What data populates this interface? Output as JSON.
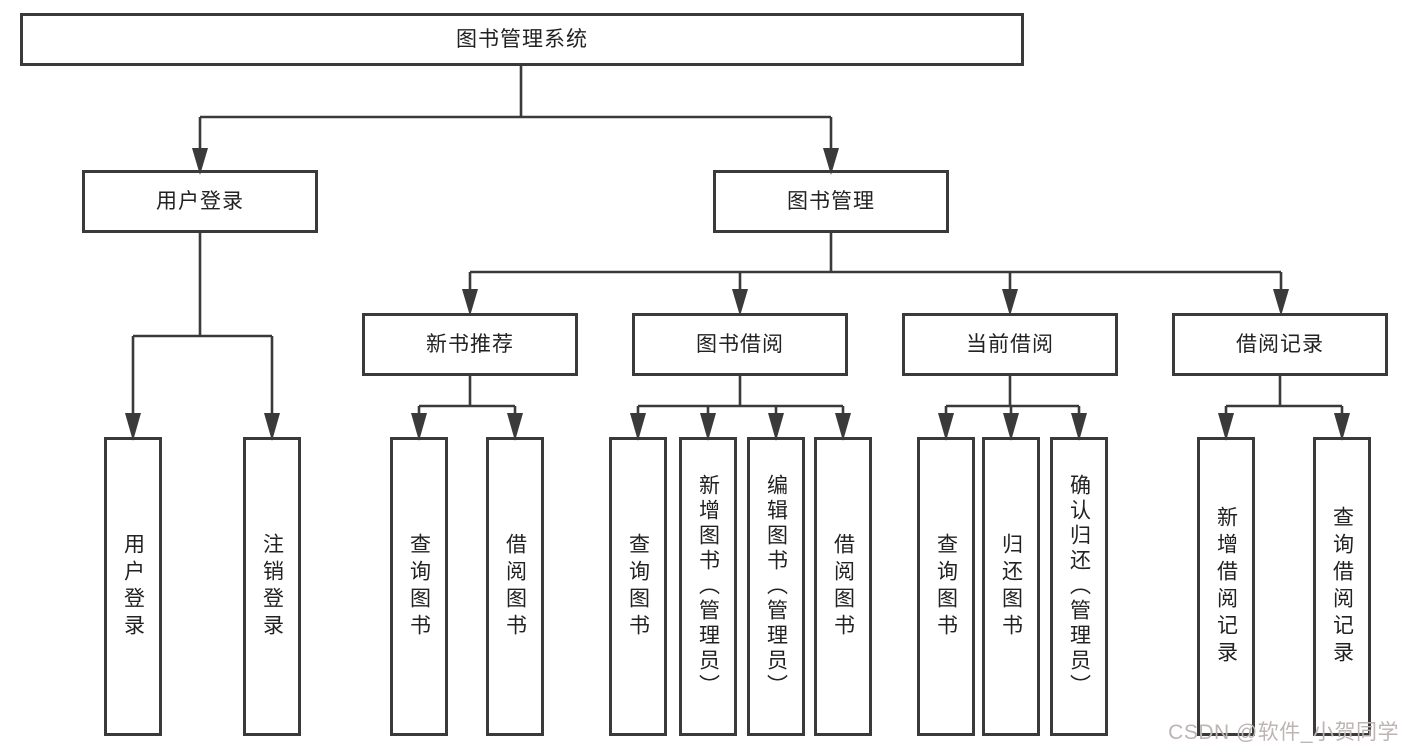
{
  "tree": {
    "root": {
      "label": "图书管理系统"
    },
    "children": [
      {
        "label": "用户登录",
        "children": [
          {
            "label": "用户登录"
          },
          {
            "label": "注销登录"
          }
        ]
      },
      {
        "label": "图书管理",
        "children": [
          {
            "label": "新书推荐",
            "children": [
              {
                "label": "查询图书"
              },
              {
                "label": "借阅图书"
              }
            ]
          },
          {
            "label": "图书借阅",
            "children": [
              {
                "label": "查询图书"
              },
              {
                "label": "新增图书（管理员）"
              },
              {
                "label": "编辑图书（管理员）"
              },
              {
                "label": "借阅图书"
              }
            ]
          },
          {
            "label": "当前借阅",
            "children": [
              {
                "label": "查询图书"
              },
              {
                "label": "归还图书"
              },
              {
                "label": "确认归还（管理员）"
              }
            ]
          },
          {
            "label": "借阅记录",
            "children": [
              {
                "label": "新增借阅记录"
              },
              {
                "label": "查询借阅记录"
              }
            ]
          }
        ]
      }
    ]
  },
  "watermark": "CSDN @软件_小贺同学",
  "colors": {
    "line": "#3a3a3a",
    "text": "#222222",
    "background": "#ffffff",
    "watermark": "#bdb4b4"
  }
}
